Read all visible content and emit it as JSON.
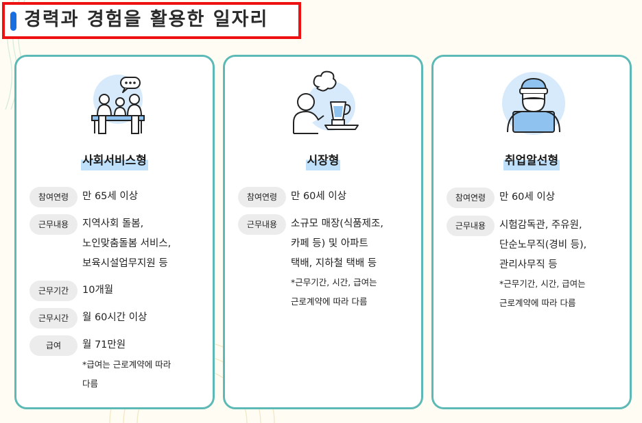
{
  "header": {
    "title": "경력과 경험을 활용한 일자리"
  },
  "cards": [
    {
      "title": "사회서비스형",
      "illustration_icon": "meeting-people-icon",
      "rows": [
        {
          "label": "참여연령",
          "lines": [
            "만 65세 이상"
          ]
        },
        {
          "label": "근무내용",
          "lines": [
            "지역사회 돌봄,",
            "노인맞춤돌봄 서비스,",
            "보육시설업무지원 등"
          ]
        },
        {
          "label": "근무기간",
          "lines": [
            "10개월"
          ]
        },
        {
          "label": "근무시간",
          "lines": [
            "월 60시간 이상"
          ]
        },
        {
          "label": "급여",
          "lines": [
            "월 71만원"
          ]
        }
      ],
      "note": [
        "*급여는 근로계약에 따라",
        "다름"
      ]
    },
    {
      "title": "시장형",
      "illustration_icon": "cook-blender-icon",
      "rows": [
        {
          "label": "참여연령",
          "lines": [
            "만 60세 이상"
          ]
        },
        {
          "label": "근무내용",
          "lines": [
            "소규모 매장(식품제조,",
            "카페 등) 및 아파트",
            "택배, 지하철 택배 등"
          ]
        }
      ],
      "note": [
        "*근무기간, 시간, 급여는",
        "근로계약에 따라 다름"
      ]
    },
    {
      "title": "취업알선형",
      "illustration_icon": "worker-cap-icon",
      "rows": [
        {
          "label": "참여연령",
          "lines": [
            "만 60세 이상"
          ]
        },
        {
          "label": "근무내용",
          "lines": [
            "시험감독관, 주유원,",
            "단순노무직(경비 등),",
            "관리사무직 등"
          ]
        }
      ],
      "note": [
        "*근무기간, 시간, 급여는",
        "근로계약에 따라 다름"
      ]
    }
  ],
  "colors": {
    "card_border": "#5cb9b6",
    "title_highlight": "#bfe0fb",
    "header_accent": "#1a6fe0",
    "header_border": "#ee1111",
    "pill_bg": "#ececec"
  }
}
